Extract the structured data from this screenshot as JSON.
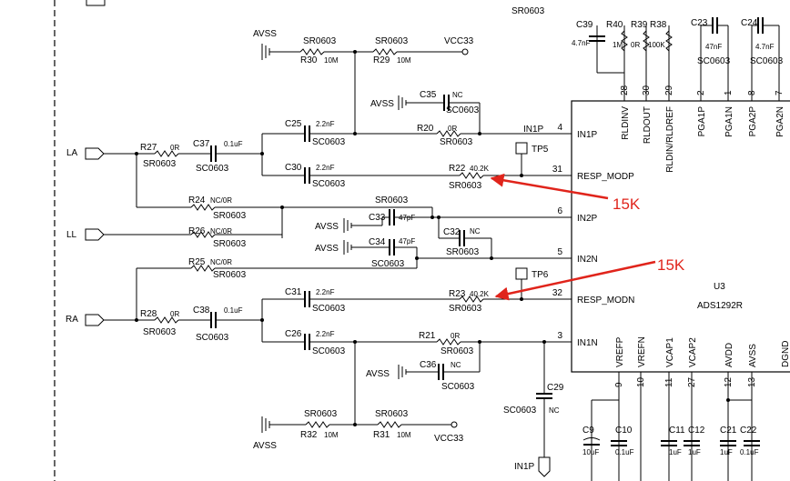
{
  "text": {
    "sr0603_top": "SR0603",
    "avss_tl": "AVSS",
    "r30_pkg": "SR0603",
    "r29_pkg": "SR0603",
    "vcc33_t": "VCC33",
    "r30": "R30",
    "r30v": "10M",
    "r29": "R29",
    "r29v": "10M",
    "avss_c35": "AVSS",
    "c35": "C35",
    "c35v": "NC",
    "c35_pkg": "SC0603",
    "c25": "C25",
    "c25v": "2.2nF",
    "c25_pkg": "SC0603",
    "r20": "R20",
    "r20v": "0R",
    "r20_pkg": "SR0603",
    "in1p_net": "IN1P",
    "la": "LA",
    "r27": "R27",
    "r27v": "0R",
    "r27_pkg": "SR0603",
    "c37": "C37",
    "c37v": "0.1uF",
    "c37_pkg": "SC0603",
    "tp5": "TP5",
    "c30": "C30",
    "c30v": "2.2nF",
    "c30_pkg": "SC0603",
    "r22": "R22",
    "r22v": "40.2K",
    "r22_pkg": "SR0603",
    "r24": "R24",
    "r24v": "NC/0R",
    "r24_pkg": "SR0603",
    "sr_mid": "SR0603",
    "avss_c33": "AVSS",
    "c33": "C33",
    "c33v": "47pF",
    "c32": "C32",
    "c32v": "NC",
    "c32_pkg": "SR0603",
    "ll": "LL",
    "r26": "R26",
    "r26v": "NC/0R",
    "r26_pkg": "SR0603",
    "avss_c34": "AVSS",
    "c34": "C34",
    "c34v": "47pF",
    "c34_pkg": "SC0603",
    "r25": "R25",
    "r25v": "NC/0R",
    "r25_pkg": "SR0603",
    "tp6": "TP6",
    "c31": "C31",
    "c31v": "2.2nF",
    "c31_pkg": "SC0603",
    "r23": "R23",
    "r23v": "40.2K",
    "r23_pkg": "SR0603",
    "ra": "RA",
    "r28": "R28",
    "r28v": "0R",
    "r28_pkg": "SR0603",
    "c38": "C38",
    "c38v": "0.1uF",
    "c38_pkg": "SC0603",
    "c26": "C26",
    "c26v": "2.2nF",
    "c26_pkg": "SC0603",
    "r21": "R21",
    "r21v": "0R",
    "r21_pkg": "SR0603",
    "avss_c36": "AVSS",
    "c36": "C36",
    "c36v": "NC",
    "c36_pkg": "SC0603",
    "c29": "C29",
    "c29_pkg": "SC0603",
    "c29v": "NC",
    "r32_pkg": "SR0603",
    "r31_pkg": "SR0603",
    "r32": "R32",
    "r32v": "10M",
    "r31": "R31",
    "r31v": "10M",
    "avss_bl": "AVSS",
    "vcc33_b": "VCC33",
    "in1p_bottom": "IN1P",
    "c39": "C39",
    "c39v": "4.7nF",
    "r40": "R40",
    "r40v": "1M",
    "r39": "R39",
    "r39v": "0R",
    "r38": "R38",
    "r38v": "100K",
    "c23": "C23",
    "c23v": "47nF",
    "c23_pkg": "SC0603",
    "c24": "C24",
    "c24v": "4.7nF",
    "c24_pkg": "SC0603",
    "u3": "U3",
    "u3_part": "ADS1292R",
    "c9": "C9",
    "c9v": "10uF",
    "c10": "C10",
    "c10v": "0.1uF",
    "c11": "C11",
    "c11v": "1uF",
    "c12": "C12",
    "c12v": "1uF",
    "c21": "C21",
    "c21v": "1uF",
    "c22": "C22",
    "c22v": "0.1uF",
    "annot_top": "15K",
    "annot_bottom": "15K"
  },
  "pins_left": [
    {
      "num": "4",
      "name": "IN1P"
    },
    {
      "num": "31",
      "name": "RESP_MODP"
    },
    {
      "num": "6",
      "name": "IN2P"
    },
    {
      "num": "5",
      "name": "IN2N"
    },
    {
      "num": "32",
      "name": "RESP_MODN"
    },
    {
      "num": "3",
      "name": "IN1N"
    }
  ],
  "pins_top": [
    {
      "num": "28",
      "name": "RLDINV"
    },
    {
      "num": "30",
      "name": "RLDOUT"
    },
    {
      "num": "29",
      "name": "RLDIN/RLDREF"
    },
    {
      "num": "2",
      "name": "PGA1P"
    },
    {
      "num": "1",
      "name": "PGA1N"
    },
    {
      "num": "8",
      "name": "PGA2P"
    },
    {
      "num": "7",
      "name": "PGA2N"
    }
  ],
  "pins_bottom": [
    {
      "num": "9",
      "name": "VREFP"
    },
    {
      "num": "10",
      "name": "VREFN"
    },
    {
      "num": "11",
      "name": "VCAP1"
    },
    {
      "num": "27",
      "name": "VCAP2"
    },
    {
      "num": "12",
      "name": "AVDD"
    },
    {
      "num": "13",
      "name": "AVSS"
    },
    {
      "num": "",
      "name": "DGND"
    }
  ]
}
